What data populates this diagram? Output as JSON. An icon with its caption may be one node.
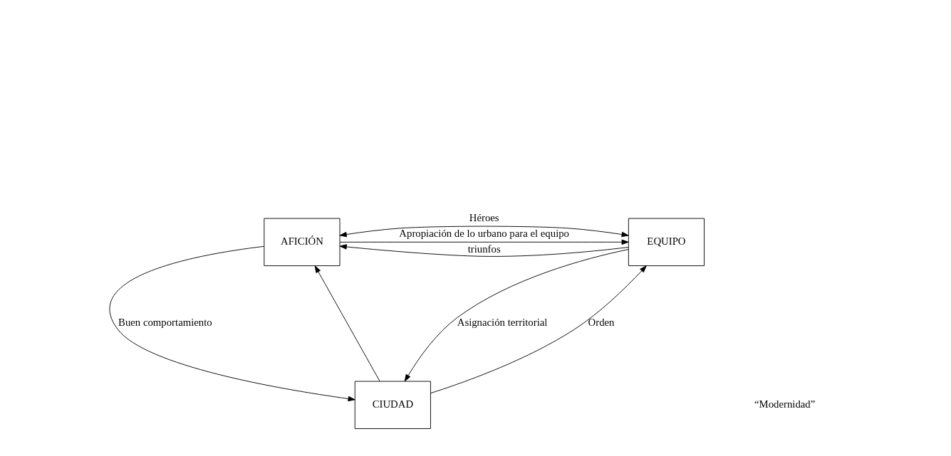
{
  "diagram": {
    "nodes": [
      {
        "text": [
          "EQUIPO"
        ]
      },
      {
        "text": [
          "AFICIÓN"
        ]
      },
      {
        "text": [
          "CIUDAD"
        ]
      }
    ],
    "edges": [
      {
        "from": 0,
        "to": 1,
        "arrow": "both",
        "label": "Héroes"
      },
      {
        "from": 0,
        "to": 1,
        "arrow": "to",
        "label": "triunfos"
      },
      {
        "from": 1,
        "to": 0,
        "arrow": "to",
        "label": "Apropiación de lo urbano para el equipo"
      },
      {
        "from": 0,
        "to": 2,
        "arrow": "to",
        "label": "Asignación territorial"
      },
      {
        "from": 2,
        "to": 0,
        "arrow": "to",
        "label": "Orden"
      },
      {
        "from": 1,
        "to": 2,
        "arrow": "to",
        "label": "Buen comportamiento"
      },
      {
        "from": 2,
        "to": 1,
        "arrow": "to"
      }
    ],
    "labels": [
      "“Modernidad”"
    ]
  }
}
